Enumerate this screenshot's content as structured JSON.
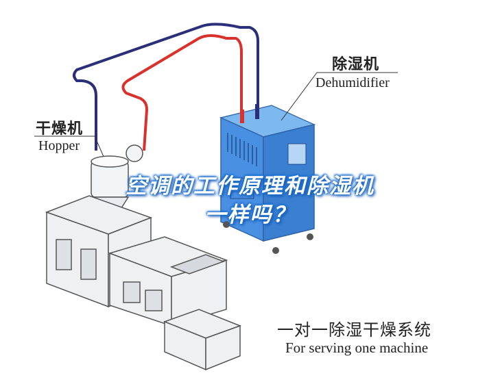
{
  "labels": {
    "dehumidifier_cn": "除湿机",
    "dehumidifier_en": "Dehumidifier",
    "hopper_cn": "干燥机",
    "hopper_en": "Hopper",
    "system_cn": "一对一除湿干燥系统",
    "system_en": "For serving one machine"
  },
  "overlay": {
    "line1": "空调的工作原理和除湿机",
    "line2": "一样吗？"
  },
  "colors": {
    "supply_pipe": "#d9312b",
    "return_pipe": "#2b2f7a",
    "dehumidifier_body": "#4a90e2",
    "machine_body": "#e9ecef",
    "overlay_glow": "#1c6fd0"
  }
}
